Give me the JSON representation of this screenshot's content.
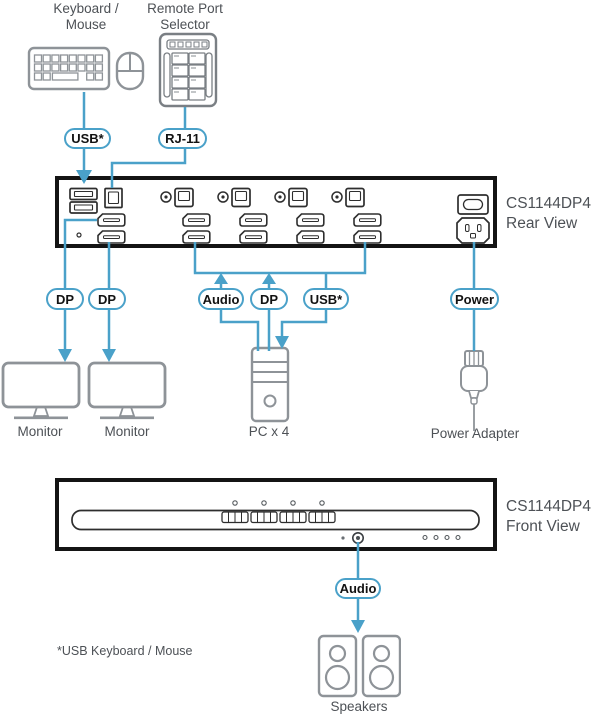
{
  "labels": {
    "keyboard_mouse": [
      "Keyboard /",
      "Mouse"
    ],
    "remote_port_selector": [
      "Remote Port",
      "Selector"
    ],
    "monitor1": "Monitor",
    "monitor2": "Monitor",
    "pc": "PC x 4",
    "power_adapter": "Power Adapter",
    "speakers": "Speakers"
  },
  "rear_view": {
    "model": "CS1144DP4",
    "view": "Rear View"
  },
  "front_view": {
    "model": "CS1144DP4",
    "view": "Front View"
  },
  "connectors": {
    "usb_console": "USB*",
    "rj11": "RJ-11",
    "dp_monitor1": "DP",
    "dp_monitor2": "DP",
    "audio_pc": "Audio",
    "dp_pc": "DP",
    "usb_pc": "USB*",
    "power": "Power",
    "audio_speakers": "Audio"
  },
  "footnote": "*USB Keyboard / Mouse",
  "icons": [
    "keyboard-icon",
    "mouse-icon",
    "remote-port-selector-icon",
    "monitor-icon",
    "pc-tower-icon",
    "power-plug-icon",
    "speakers-icon",
    "usb-console-ports",
    "rj11-port",
    "displayport-port",
    "audio-jack",
    "usb-b-port",
    "power-switch",
    "power-inlet",
    "port-select-buttons",
    "led-indicator"
  ],
  "colors": {
    "line_blue": "#4aa1c9",
    "panel_border": "#141414",
    "icon_gray": "#8e9398",
    "port_outline": "#2e2e2e",
    "text_gray": "#4d5156"
  }
}
